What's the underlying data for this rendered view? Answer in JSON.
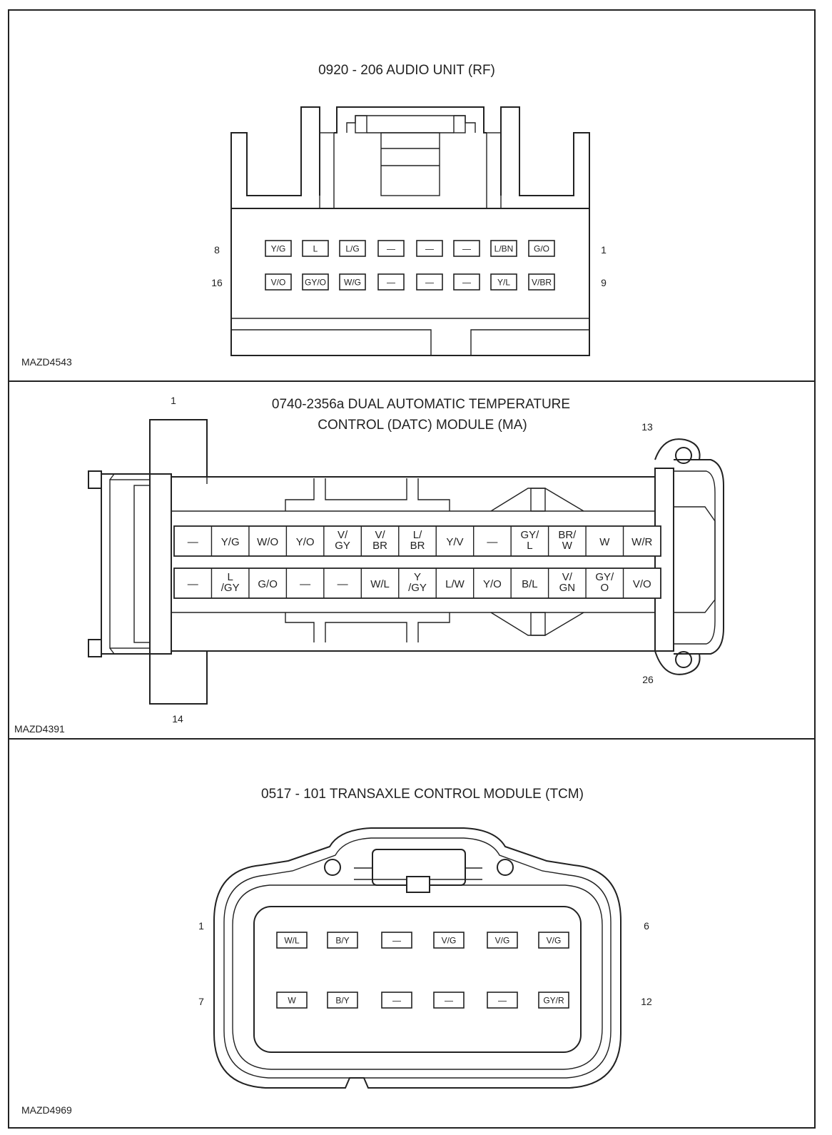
{
  "panels": {
    "audio": {
      "title": "0920 - 206 AUDIO UNIT (RF)",
      "code": "MAZD4543",
      "pin_numbers": {
        "top_left": "8",
        "top_right": "1",
        "bottom_left": "16",
        "bottom_right": "9"
      },
      "rows": [
        [
          "Y/G",
          "L",
          "L/G",
          "—",
          "—",
          "—",
          "L/BN",
          "G/O"
        ],
        [
          "V/O",
          "GY/O",
          "W/G",
          "—",
          "—",
          "—",
          "Y/L",
          "V/BR"
        ]
      ]
    },
    "datc": {
      "title_line1": "0740-2356a DUAL AUTOMATIC TEMPERATURE",
      "title_line2": "CONTROL (DATC) MODULE (MA)",
      "code": "MAZD4391",
      "pin_numbers": {
        "top_left": "1",
        "top_right": "13",
        "bottom_left": "14",
        "bottom_right": "26"
      },
      "rows": [
        [
          "—",
          "Y/G",
          "W/O",
          "Y/O",
          "V/\nGY",
          "V/\nBR",
          "L/\nBR",
          "Y/V",
          "—",
          "GY/\nL",
          "BR/\nW",
          "W",
          "W/R"
        ],
        [
          "—",
          "L\n/GY",
          "G/O",
          "—",
          "—",
          "W/L",
          "Y\n/GY",
          "L/W",
          "Y/O",
          "B/L",
          "V/\nGN",
          "GY/\nO",
          "V/O"
        ]
      ]
    },
    "tcm": {
      "title": "0517 - 101 TRANSAXLE CONTROL MODULE (TCM)",
      "code": "MAZD4969",
      "pin_numbers": {
        "top_left": "1",
        "top_right": "6",
        "bottom_left": "7",
        "bottom_right": "12"
      },
      "rows": [
        [
          "W/L",
          "B/Y",
          "—",
          "V/G",
          "V/G",
          "V/G"
        ],
        [
          "W",
          "B/Y",
          "—",
          "—",
          "—",
          "GY/R"
        ]
      ]
    }
  }
}
